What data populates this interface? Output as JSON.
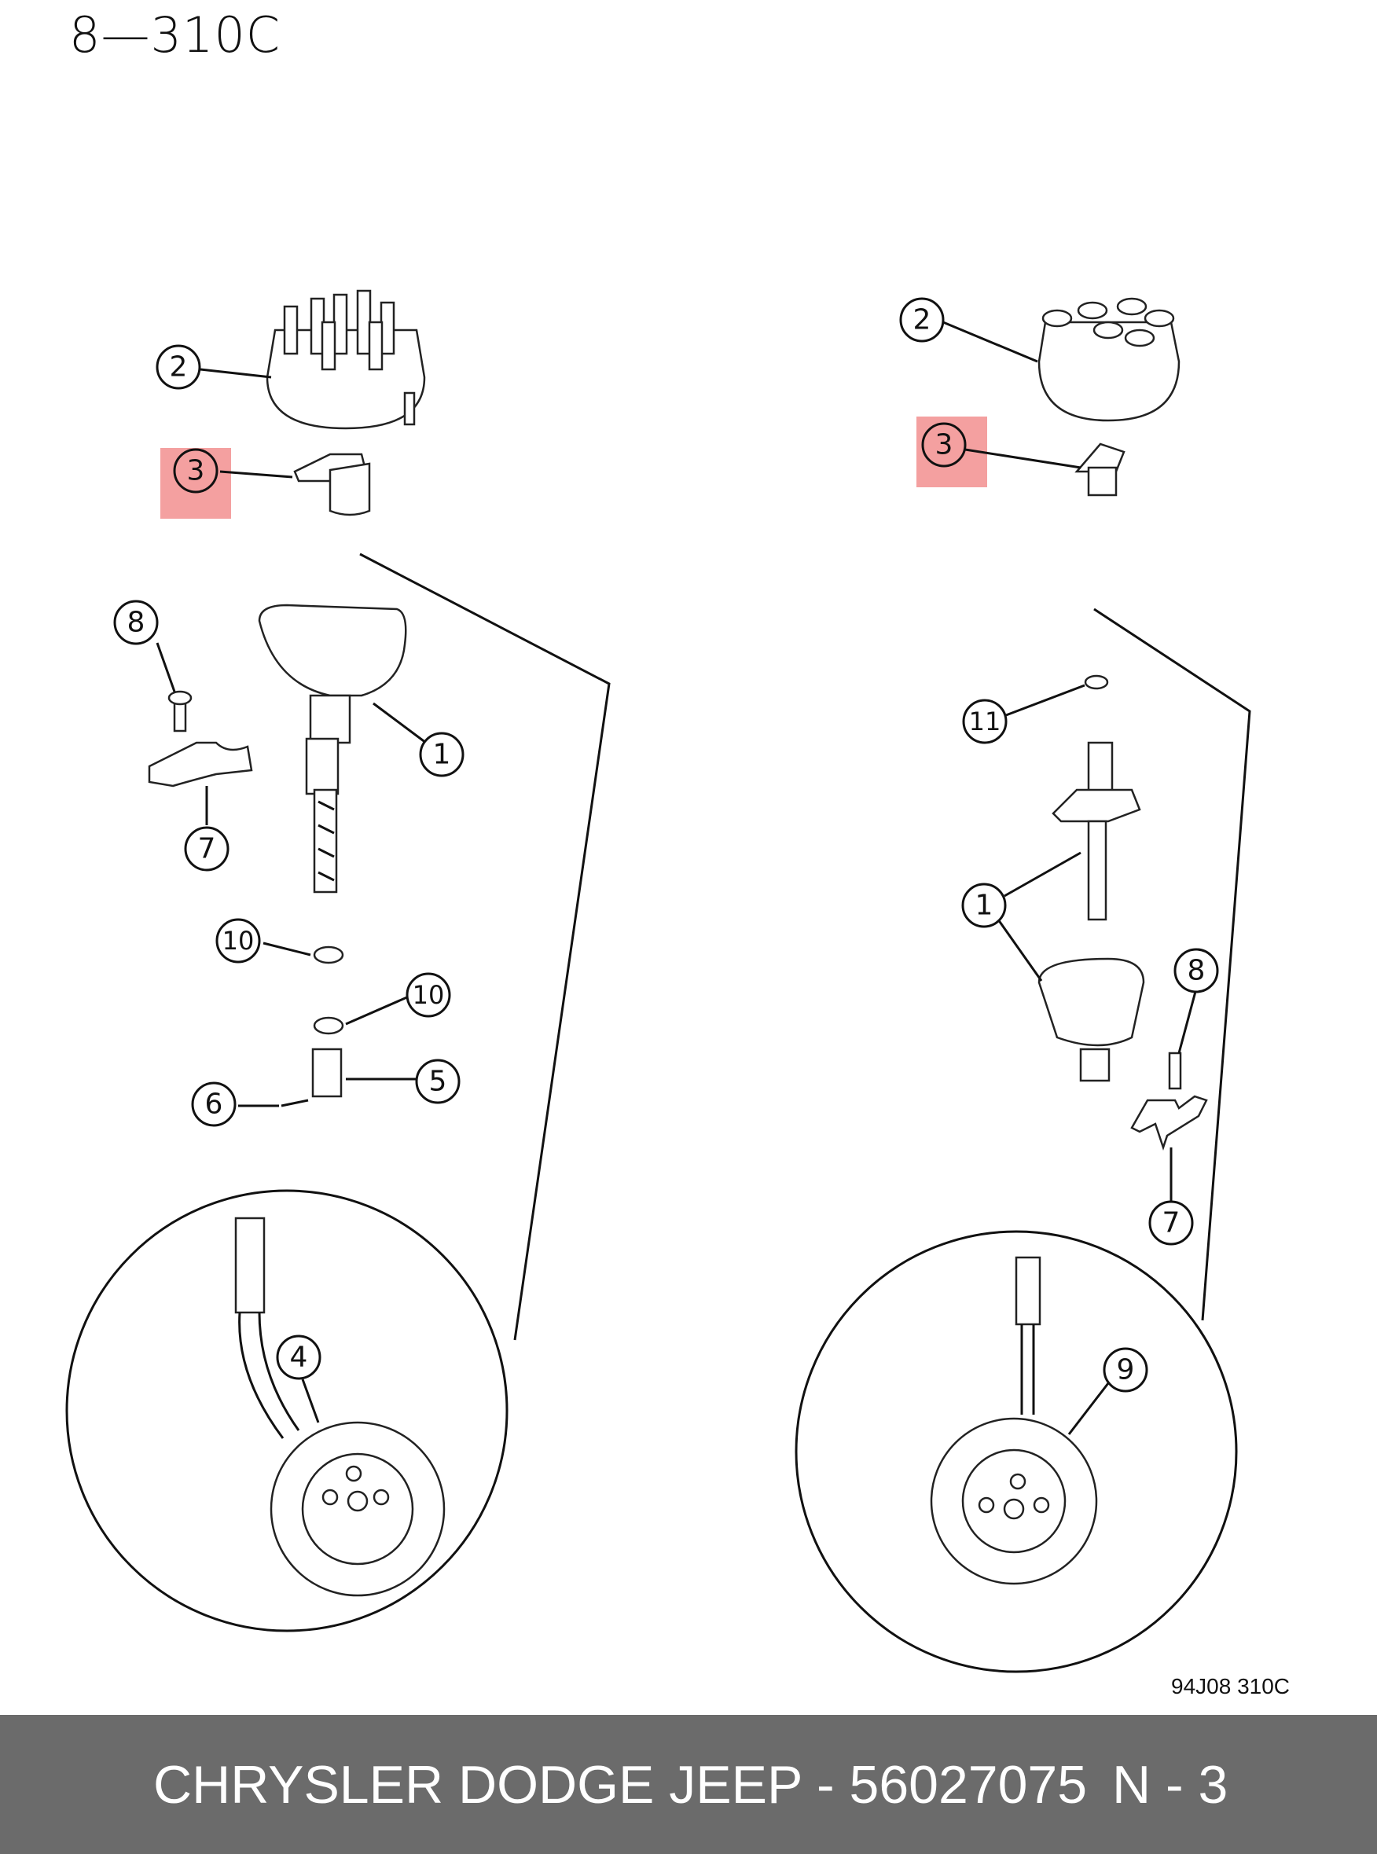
{
  "header": {
    "code": "8—310C"
  },
  "figure_ref": "94J08  310C",
  "highlight_color": "#f4a0a0",
  "callouts": {
    "left_2": "2",
    "left_3": "3",
    "left_8": "8",
    "left_1": "1",
    "left_7": "7",
    "left_10a": "10",
    "left_10b": "10",
    "left_5": "5",
    "left_6": "6",
    "left_4": "4",
    "right_2": "2",
    "right_3": "3",
    "right_11": "11",
    "right_1": "1",
    "right_8": "8",
    "right_7": "7",
    "right_9": "9"
  },
  "footer": {
    "brand_part": "CHRYSLER DODGE JEEP - 56027075",
    "page": "N - 3"
  }
}
